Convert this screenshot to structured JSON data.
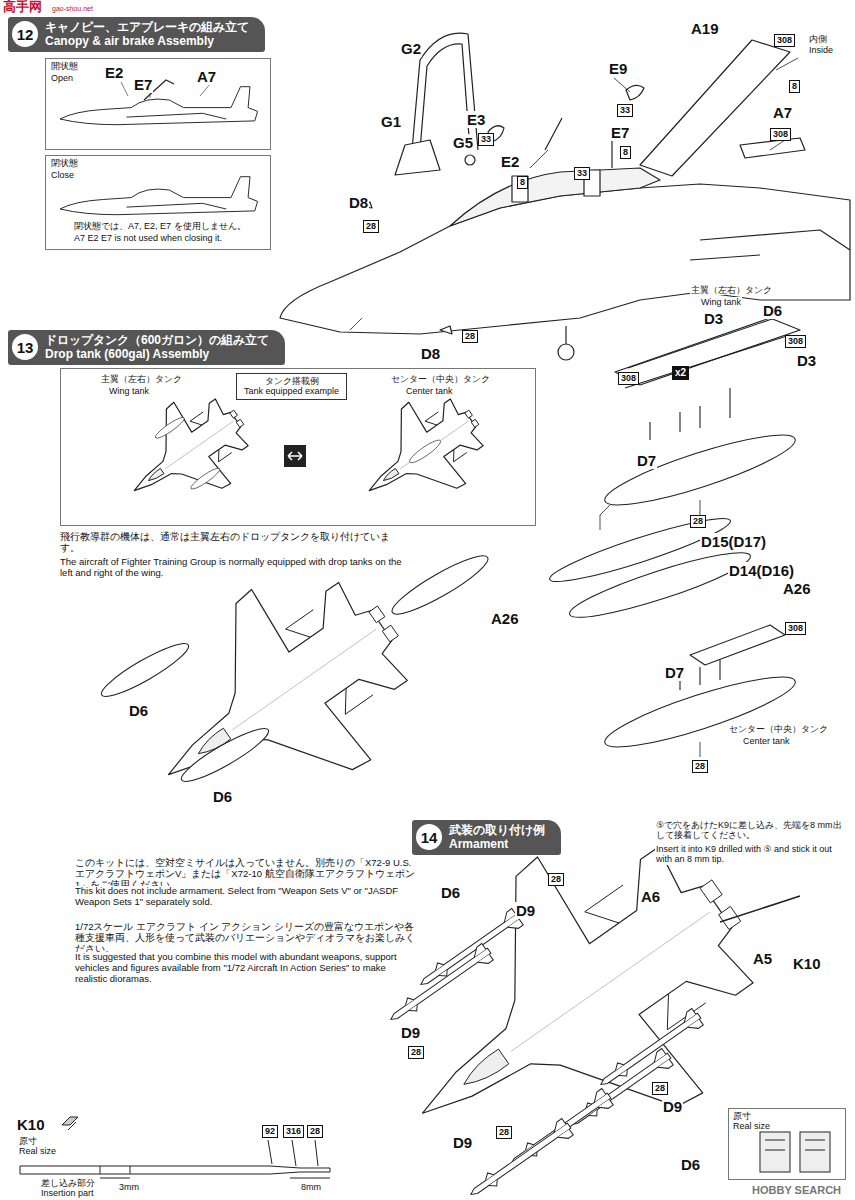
{
  "diagram": {
    "nodes": [
      {
        "text": [
          "12",
          "キャノピー、エアブレーキの組み立て",
          "Canopy & air brake Assembly"
        ]
      },
      {
        "text": [
          "開状態",
          "Open"
        ]
      },
      {
        "text": [
          "閉状態",
          "Close",
          "閉状態では、A7, E2, E7 を使用しません。",
          "A7 E2 E7 is not used when closing it."
        ]
      },
      {
        "text": [
          "308"
        ]
      },
      {
        "text": [
          "33"
        ]
      },
      {
        "text": [
          "33"
        ]
      },
      {
        "text": [
          "8"
        ]
      },
      {
        "text": [
          "8"
        ]
      },
      {
        "text": [
          "33"
        ]
      },
      {
        "text": [
          "8"
        ]
      },
      {
        "text": [
          "308"
        ]
      },
      {
        "text": [
          "28"
        ]
      },
      {
        "text": [
          "28"
        ]
      },
      {
        "text": [
          "13",
          "ドロップタンク（600ガロン）の組み立て",
          "Drop tank (600gal) Assembly"
        ]
      },
      {
        "text": [
          "主翼（左右）タンク",
          "Wing tank",
          "センター（中央）タンク",
          "Center tank"
        ]
      },
      {
        "text": [
          "タンク搭載例",
          "Tank equipped example"
        ],
        "in": 14
      },
      {
        "text": [
          "308"
        ]
      },
      {
        "text": [
          "x2"
        ]
      },
      {
        "text": [
          "308"
        ]
      },
      {
        "text": [
          "28"
        ]
      },
      {
        "text": [
          "308"
        ]
      },
      {
        "text": [
          "28"
        ]
      },
      {
        "text": [
          "14",
          "武装の取り付け例",
          "Armament"
        ]
      },
      {
        "text": [
          "28"
        ]
      },
      {
        "text": [
          "28"
        ]
      },
      {
        "text": [
          "28"
        ]
      },
      {
        "text": [
          "28"
        ]
      },
      {
        "text": [
          "92"
        ]
      },
      {
        "text": [
          "316"
        ]
      },
      {
        "text": [
          "28"
        ]
      },
      {
        "text": [
          "原寸",
          "Real size"
        ]
      }
    ],
    "labels": [
      "高手网",
      "gao-shou.net",
      "E2",
      "E7",
      "A7",
      "G2",
      "A19",
      "内側",
      "Inside",
      "E9",
      "E3",
      "E7",
      "E2",
      "A7",
      "G1",
      "G5",
      "D8",
      "D8",
      "主翼（左右）タンク",
      "Wing tank",
      "D3",
      "D6",
      "D3",
      "D7",
      "D15(D17)",
      "D14(D16)",
      "A26",
      "D7",
      "センター（中央）タンク",
      "Center tank",
      "A26",
      "D6",
      "D6",
      "飛行教導群の機体は、通常は主翼左右のドロップタンクを取り付けています。",
      "The aircraft of Fighter Training Group is normally equipped with drop tanks on the left and right of the wing.",
      "このキットには、空対空ミサイルは入っていません。別売りの「X72-9 U.S.エアクラフトウェポンV」または「X72-10 航空自衛隊エアクラフトウェポン1」をご使用ください。",
      "This kit does not include armament. Select from \"Weapon Sets V\" or \"JASDF Weapon Sets 1\" separately sold.",
      "1/72スケール エアクラフト イン アクション シリーズの豊富なウエポンや各種支援車両、人形を使って武装のバリエーションやディオラマをお楽しみください。",
      "It is suggested that you combine this model with abundant weapons, support vehicles and figures available from \"1/72 Aircraft In Action Series\" to make realistic dioramas.",
      "⑤で穴をあけたK9に差し込み、先端を8 mm出して接着してください。",
      "Insert it into K9 drilled with ⑤ and stick it out with an 8 mm tip.",
      "D6",
      "D9",
      "A6",
      "A5",
      "K10",
      "D9",
      "D9",
      "D9",
      "D6",
      "K10",
      "原寸",
      "Real size",
      "差し込み部分",
      "Insertion part",
      "3mm",
      "8mm",
      "HOBBY SEARCH"
    ]
  }
}
